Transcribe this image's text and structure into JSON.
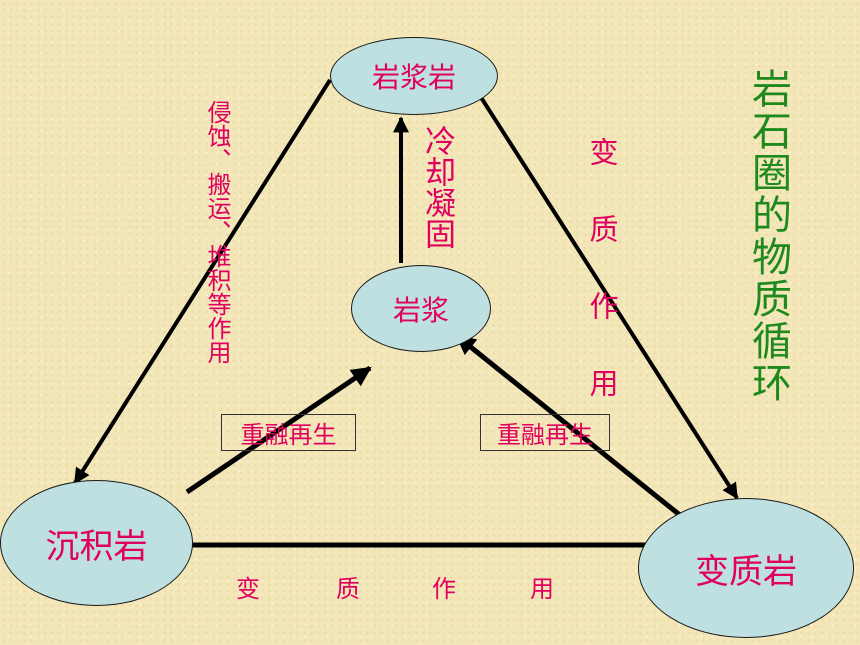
{
  "title": "岩石圈的物质循环",
  "nodes": {
    "magmatic_rock": "岩浆岩",
    "magma": "岩浆",
    "sedimentary_rock": "沉积岩",
    "metamorphic_rock": "变质岩"
  },
  "processes": {
    "erosion": "侵蚀、搬运、堆积等作用",
    "cooling": "冷却凝固",
    "metamorphism_right": "变质作用",
    "metamorphism_bottom": [
      "变",
      "质",
      "作",
      "用"
    ],
    "remelt_left": "重融再生",
    "remelt_right": "重融再生"
  },
  "colors": {
    "node_fill": "#bfe0e0",
    "label_text": "#e0005f",
    "title_text": "#1e8a1e",
    "background": "#f3e7b9"
  }
}
